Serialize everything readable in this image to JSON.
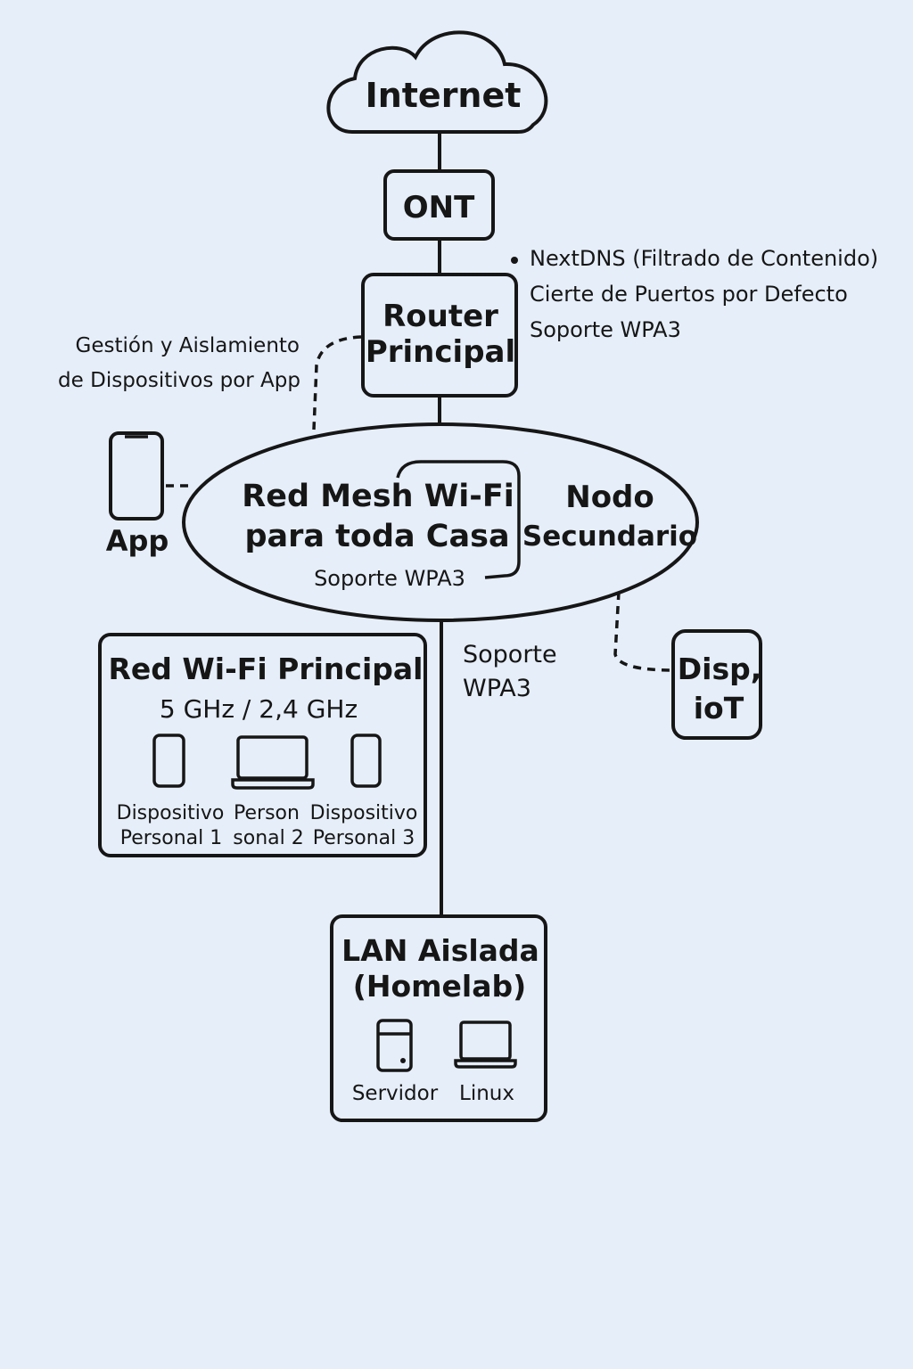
{
  "colors": {
    "background": "#e6eef9",
    "stroke": "#161616"
  },
  "nodes": {
    "internet": "Internet",
    "ont": "ONT",
    "router": {
      "line1": "Router",
      "line2": "Principal"
    },
    "router_features": [
      "NextDNS (Filtrado de Contenido)",
      "Cierte de Puertos por Defecto",
      "Soporte WPA3"
    ],
    "app_management": {
      "line1": "Gestión y Aislamiento",
      "line2": "de Dispositivos por App"
    },
    "app_label": "App",
    "mesh": {
      "line1": "Red Mesh Wi-Fi",
      "line2": "para toda Casa",
      "support": "Soporte WPA3"
    },
    "secondary_node": {
      "line1": "Nodo",
      "line2": "Secundario"
    },
    "iot": {
      "line1": "Disp,",
      "line2": "ioT"
    },
    "mesh_link_support": {
      "line1": "Soporte",
      "line2": "WPA3"
    },
    "main_wifi": {
      "title": "Red Wi-Fi Principal",
      "bands": "5 GHz / 2,4 GHz",
      "devices": [
        {
          "line1": "Dispositivo",
          "line2": "Personal 1",
          "icon": "phone-icon"
        },
        {
          "line1": "Person",
          "line2": "sonal 2",
          "icon": "laptop-icon"
        },
        {
          "line1": "Dispositivo",
          "line2": "Personal 3",
          "icon": "phone-icon"
        }
      ]
    },
    "lan": {
      "line1": "LAN Aislada",
      "line2": "(Homelab)",
      "devices": [
        {
          "label": "Servidor",
          "icon": "server-icon"
        },
        {
          "label": "Linux",
          "icon": "laptop-icon"
        }
      ]
    }
  }
}
